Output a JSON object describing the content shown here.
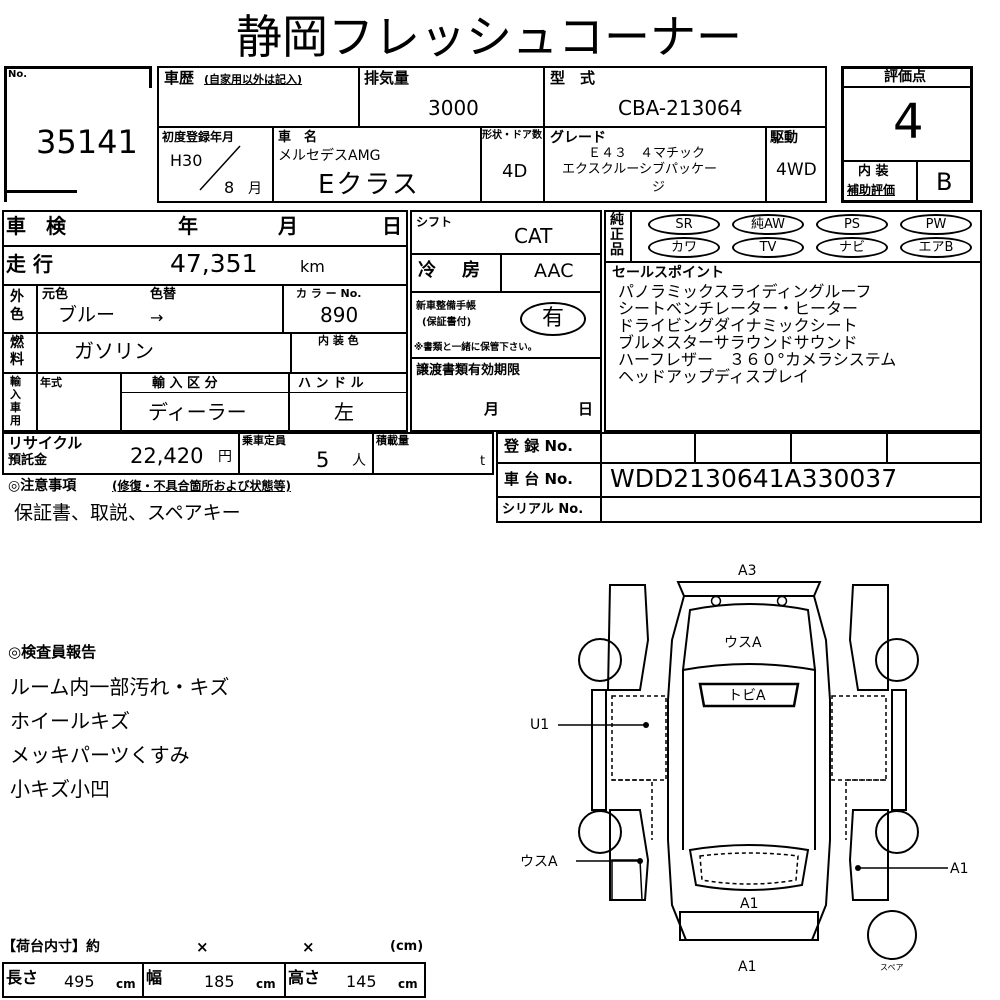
{
  "title": "静岡フレッシュコーナー",
  "lot": {
    "label": "No.",
    "number": "35141"
  },
  "history": {
    "label": "車歴",
    "note": "(自家用以外は記入)"
  },
  "displacement": {
    "label": "排気量",
    "value": "3000"
  },
  "model_code": {
    "label": "型　式",
    "value": "CBA-213064"
  },
  "score": {
    "label": "評価点",
    "value": "4",
    "interior_label_1": "内 装",
    "interior_label_2": "補助評価",
    "interior_value": "B"
  },
  "first_reg": {
    "label": "初度登録年月",
    "year": "H30",
    "month": "8",
    "month_unit": "月"
  },
  "car_name": {
    "label": "車　名",
    "maker": "メルセデスAMG",
    "name": "Eクラス"
  },
  "body": {
    "label": "形状・ドア数",
    "value": "4D"
  },
  "grade": {
    "label": "グレード",
    "line1": "Ｅ４３　４マチック",
    "line2": "エクスクルーシブパッケー",
    "line3": "ジ"
  },
  "drive": {
    "label": "駆動",
    "value": "4WD"
  },
  "inspection": {
    "label": "車　検",
    "year": "年",
    "month": "月",
    "day": "日"
  },
  "shift": {
    "label": "シフト",
    "value": "CAT"
  },
  "equipment": {
    "label_1": "純",
    "label_2": "正",
    "label_3": "品",
    "items": [
      "SR",
      "純AW",
      "PS",
      "PW",
      "カワ",
      "TV",
      "ナビ",
      "エアB"
    ]
  },
  "mileage": {
    "label": "走 行",
    "value": "47,351",
    "unit": "km"
  },
  "ac": {
    "label": "冷　房",
    "value": "AAC"
  },
  "sales_points": {
    "label": "セールスポイント",
    "lines": [
      "パノラミックスライディングルーフ",
      "シートベンチレーター・ヒーター",
      "ドライビングダイナミックシート",
      "ブルメスターサラウンドサウンド",
      "ハーフレザー　３６０°カメラシステム",
      "ヘッドアップディスプレイ"
    ]
  },
  "color": {
    "label_1": "外",
    "label_2": "色",
    "original_label": "元色",
    "repaint_label": "色替",
    "original": "ブルー",
    "repaint": "→",
    "code_label": "カ ラ ー No.",
    "code": "890"
  },
  "manual": {
    "label_1": "新車整備手帳",
    "label_2": "(保証書付)",
    "value": "有",
    "note": "※書類と一緒に保管下さい。"
  },
  "fuel": {
    "label_1": "燃",
    "label_2": "料",
    "value": "ガソリン",
    "interior_color_label": "内 装 色"
  },
  "import": {
    "label_1": "輸",
    "label_2": "入",
    "label_3": "車",
    "label_4": "用",
    "year_label": "年式",
    "type_label": "輸 入 区 分",
    "type": "ディーラー",
    "handle_label": "ハ ン ド ル",
    "handle": "左"
  },
  "transfer": {
    "label": "譲渡書類有効期限",
    "month": "月",
    "day": "日"
  },
  "recycle": {
    "label_1": "リサイクル",
    "label_2": "預託金",
    "value": "22,420",
    "unit": "円"
  },
  "capacity": {
    "label": "乗車定員",
    "value": "5",
    "unit": "人"
  },
  "load": {
    "label": "積載量",
    "unit": "t"
  },
  "registration": {
    "label": "登 録 No.",
    "chassis_label": "車 台 No.",
    "chassis": "WDD2130641A330037",
    "serial_label": "シリアル No."
  },
  "notes": {
    "label": "◎注意事項",
    "sub": "(修復・不具合箇所および状態等)",
    "text": "保証書、取説、スペアキー"
  },
  "inspector": {
    "label": "◎検査員報告",
    "lines": [
      "ルーム内一部汚れ・キズ",
      "ホイールキズ",
      "メッキパーツくすみ",
      "小キズ小凹"
    ]
  },
  "cargo": {
    "title": "【荷台内寸】約",
    "x1": "×",
    "x2": "×",
    "unit": "(cm)",
    "length_label": "長さ",
    "length": "495",
    "width_label": "幅",
    "width": "185",
    "height_label": "高さ",
    "height": "145",
    "cm": "cm"
  },
  "diagram": {
    "a3": "A3",
    "usa_top": "ウスA",
    "tobi": "トビA",
    "u1": "U1",
    "usa_left": "ウスA",
    "a1_right": "A1",
    "a1_rear": "A1",
    "a1_bottom": "A1",
    "spare": "スペア"
  }
}
